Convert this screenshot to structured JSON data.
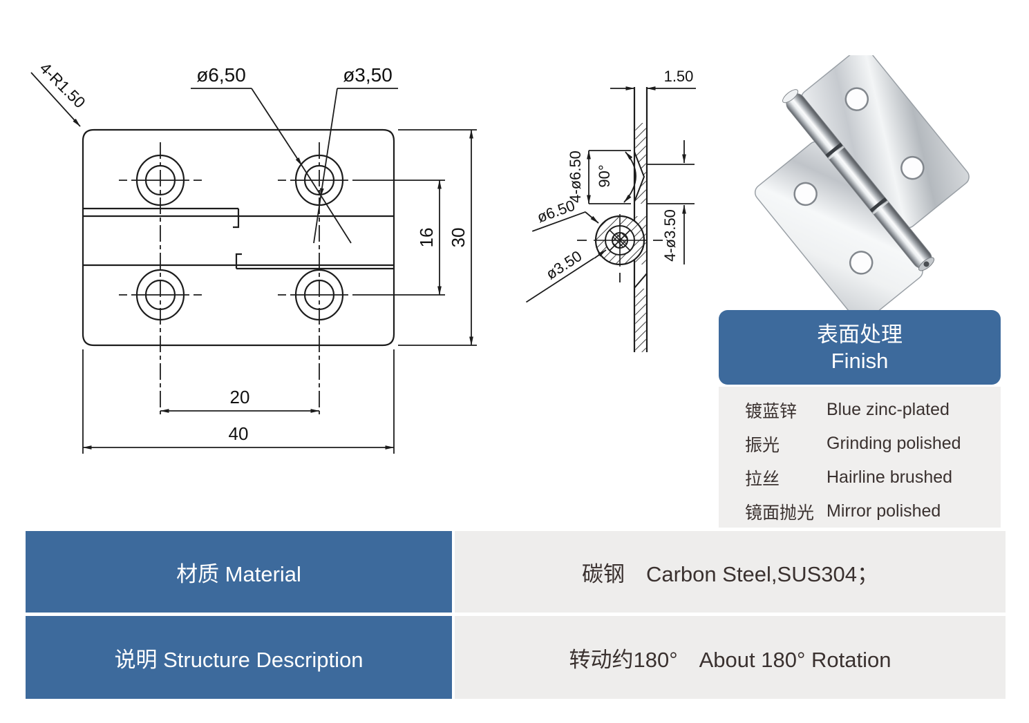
{
  "front_view": {
    "corner_label": "4-R1.50",
    "hole_outer_label": "ø6,50",
    "hole_inner_label": "ø3,50",
    "dim_vertical_inner": "16",
    "dim_vertical_outer": "30",
    "dim_horizontal_inner": "20",
    "dim_horizontal_outer": "40"
  },
  "side_view": {
    "thickness_label": "1.50",
    "large_holes_label": "4-ø6.50",
    "countersink_angle_label": "90°",
    "pin_outer_label": "ø6.50",
    "pin_inner_label": "ø3.50",
    "small_holes_label": "4-ø3.50"
  },
  "finish_table": {
    "header_cn": "表面处理",
    "header_en": "Finish",
    "rows": [
      {
        "cn": "镀蓝锌",
        "en": "Blue zinc-plated"
      },
      {
        "cn": "振光",
        "en": "Grinding polished"
      },
      {
        "cn": "拉丝",
        "en": "Hairline brushed"
      },
      {
        "cn": "镜面抛光",
        "en": "Mirror polished"
      }
    ]
  },
  "spec_table": {
    "rows": [
      {
        "label": "材质 Material",
        "value": "碳钢　Carbon Steel,SUS304；"
      },
      {
        "label": "说明 Structure Description",
        "value": "转动约180°　About 180° Rotation"
      }
    ]
  },
  "colors": {
    "accent_blue": "#3d6a9c",
    "cell_grey": "#eeedec",
    "panel_grey": "#f0efee",
    "text_dark": "#3a312f",
    "line": "#1c1c1c"
  }
}
